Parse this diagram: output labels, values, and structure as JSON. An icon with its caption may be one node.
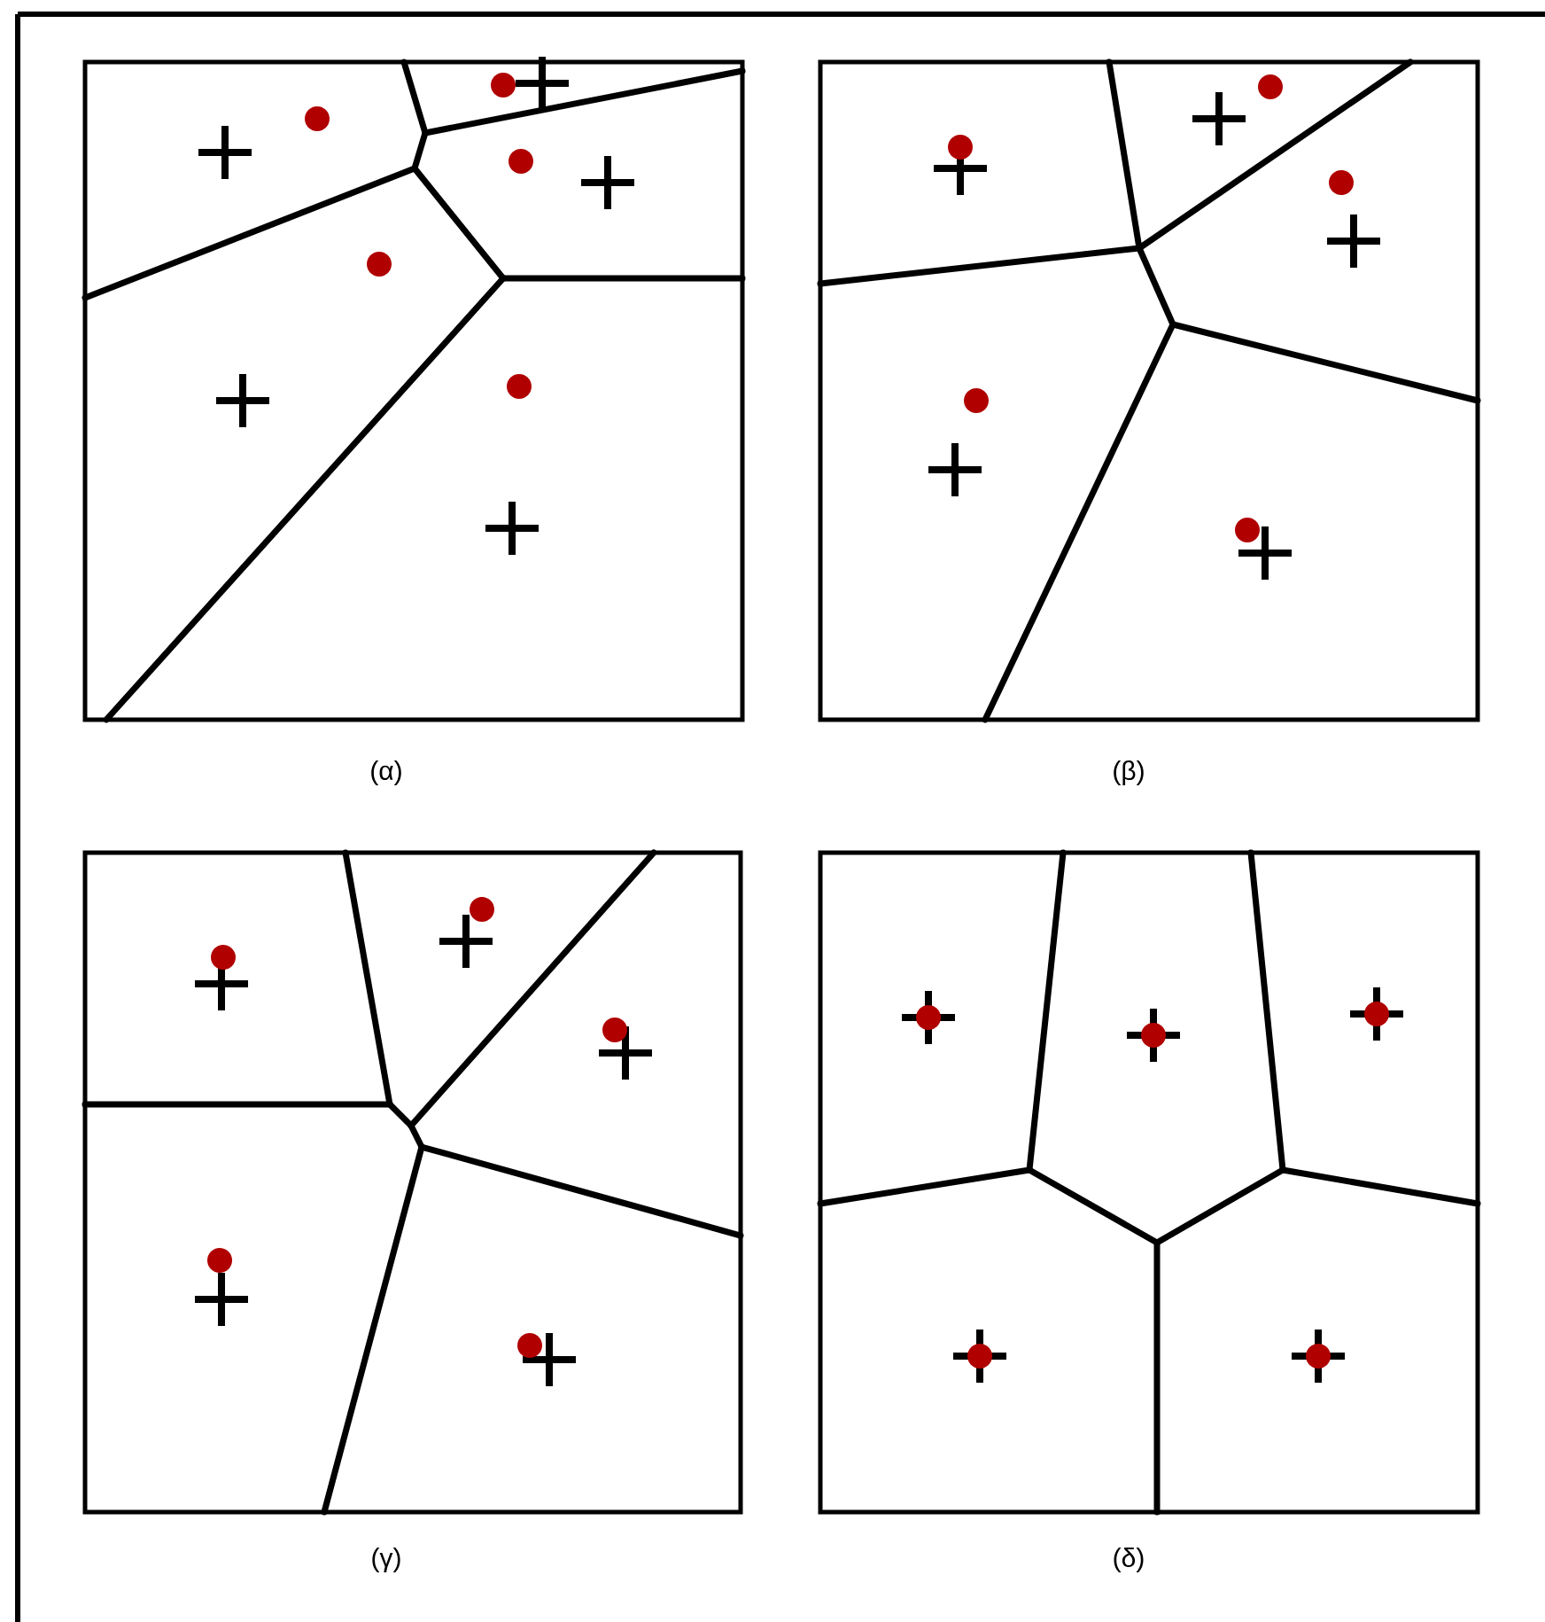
{
  "diagram": {
    "labels": [
      "(α)",
      "(β)",
      "(γ)",
      "(δ)"
    ]
  }
}
